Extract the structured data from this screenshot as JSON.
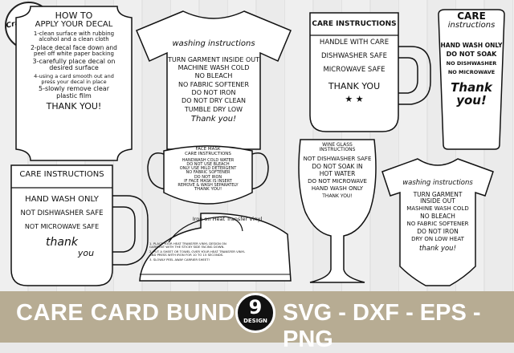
{
  "logo": {
    "text": "Craftyideas"
  },
  "cards": {
    "decal": {
      "lines": [
        "HOW TO",
        "APPLY YOUR DECAL",
        "1-clean surface with rubbing",
        "alcohol and a clean cloth",
        "2-place decal face down and",
        "peel off white paper backing",
        "3-carefully place decal on",
        "desired surface",
        "4-using a card smooth out and",
        "press your decal in place",
        "5-slowly remove clear",
        "plastic film",
        "THANK YOU!"
      ]
    },
    "tshirt": {
      "title": "washing instructions",
      "lines": [
        "TURN GARMENT INSIDE OUT",
        "MACHINE WASH COLD",
        "NO BLEACH",
        "NO FABRIC SOFTENER",
        "DO NOT IRON",
        "DO NOT DRY CLEAN",
        "TUMBLE DRY LOW",
        "Thank you!"
      ]
    },
    "mug_top": {
      "title": "CARE INSTRUCTIONS",
      "lines": [
        "HANDLE WITH CARE",
        "DISHWASHER SAFE",
        "MICROWAVE SAFE",
        "THANK YOU"
      ]
    },
    "tumbler": {
      "lines": [
        "CARE",
        "instructions",
        "HAND WASH ONLY",
        "DO NOT SOAK",
        "NO DISHWASHER",
        "NO MICROWAVE",
        "Thank",
        "you!"
      ]
    },
    "mask": {
      "lines": [
        "FACE MASK",
        "CARE INSTRUCTIONS",
        "HANDWASH COLD WATER",
        "DO NOT USE BLEACH",
        "ONLY USE MILD DETERGENT",
        "NO FABRIC SOFTENER",
        "DO NOT IRON",
        "IF FACE MASK IS INSERT",
        "REMOVE & WASH SEPARATELY",
        "THANK YOU!"
      ]
    },
    "wine": {
      "lines": [
        "WINE GLASS",
        "INSTRUCTIONS",
        "NOT DISHWASHER SAFE",
        "DO NOT SOAK IN",
        "HOT WATER",
        "DO NOT MICROWAVE",
        "HAND WASH ONLY",
        "THANK YOU!"
      ]
    },
    "onesie": {
      "title": "washing instructions",
      "lines": [
        "TURN GARMENT",
        "INSIDE OUT",
        "MASHINE WASH COLD",
        "NO BLEACH",
        "NO FABRIC SOFTENER",
        "DO NOT IRON",
        "DRY ON LOW HEAT",
        "thank you!"
      ]
    },
    "mug_bottom": {
      "title": "CARE INSTRUCTIONS",
      "lines": [
        "HAND WASH ONLY",
        "NOT DISHWASHER SAFE",
        "NOT MICROWAVE SAFE",
        "thank",
        "you"
      ]
    },
    "iron": {
      "title": "Iron on Heat Transfer Vinyl",
      "lines": [
        "1. PLACE YOUR HEAT TRANSFER VINYL DESIGN ON",
        "GARMENT WITH THE STICKY SIDE FACING DOWN.",
        "2. PUT A SHEET OR TOWEL OVER YOUR HEAT TRANSFER VINYL",
        "AND PRESS WITH IRON FOR 10 TO 15 SECONDS.",
        "3. SLOWLY PEEL AWAY CARRIER SHEET!"
      ]
    }
  },
  "banner": {
    "title": "CARE CARD BUNDLE",
    "badge_number": "9",
    "badge_label": "DESIGN",
    "formats": "SVG - DXF - EPS - PNG"
  }
}
